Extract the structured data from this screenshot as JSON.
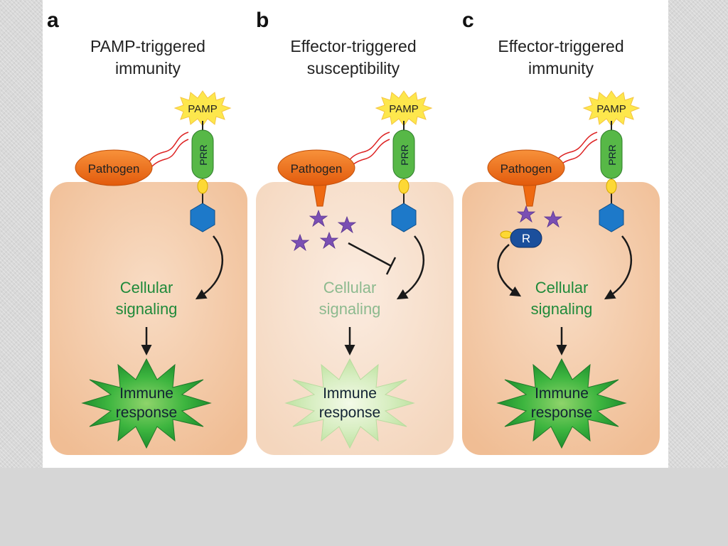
{
  "panels": [
    {
      "letter": "a",
      "title_line1": "PAMP-triggered",
      "title_line2": "immunity",
      "pamp_label": "PAMP",
      "prr_label": "PRR",
      "pathogen_label": "Pathogen",
      "signaling_line1": "Cellular",
      "signaling_line2": "signaling",
      "response_line1": "Immune",
      "response_line2": "response"
    },
    {
      "letter": "b",
      "title_line1": "Effector-triggered",
      "title_line2": "susceptibility",
      "pamp_label": "PAMP",
      "prr_label": "PRR",
      "pathogen_label": "Pathogen",
      "signaling_line1": "Cellular",
      "signaling_line2": "signaling",
      "response_line1": "Immune",
      "response_line2": "response"
    },
    {
      "letter": "c",
      "title_line1": "Effector-triggered",
      "title_line2": "immunity",
      "pamp_label": "PAMP",
      "prr_label": "PRR",
      "pathogen_label": "Pathogen",
      "r_label": "R",
      "signaling_line1": "Cellular",
      "signaling_line2": "signaling",
      "response_line1": "Immune",
      "response_line2": "response"
    }
  ],
  "colors": {
    "cell_fill": "#f2c39c",
    "cell_fill_faded": "#f5dcc6",
    "pathogen": "#ef6a12",
    "prr": "#57b847",
    "pamp_burst": "#fde74c",
    "hexagon": "#1d79c9",
    "effector_star": "#7a4fb3",
    "signaling_text": "#1f8a3a",
    "signaling_text_faded": "#8dba8f",
    "response_star": "#2fa13a",
    "response_star_faded": "#cfe9b8",
    "r_protein": "#1b4f9c"
  }
}
